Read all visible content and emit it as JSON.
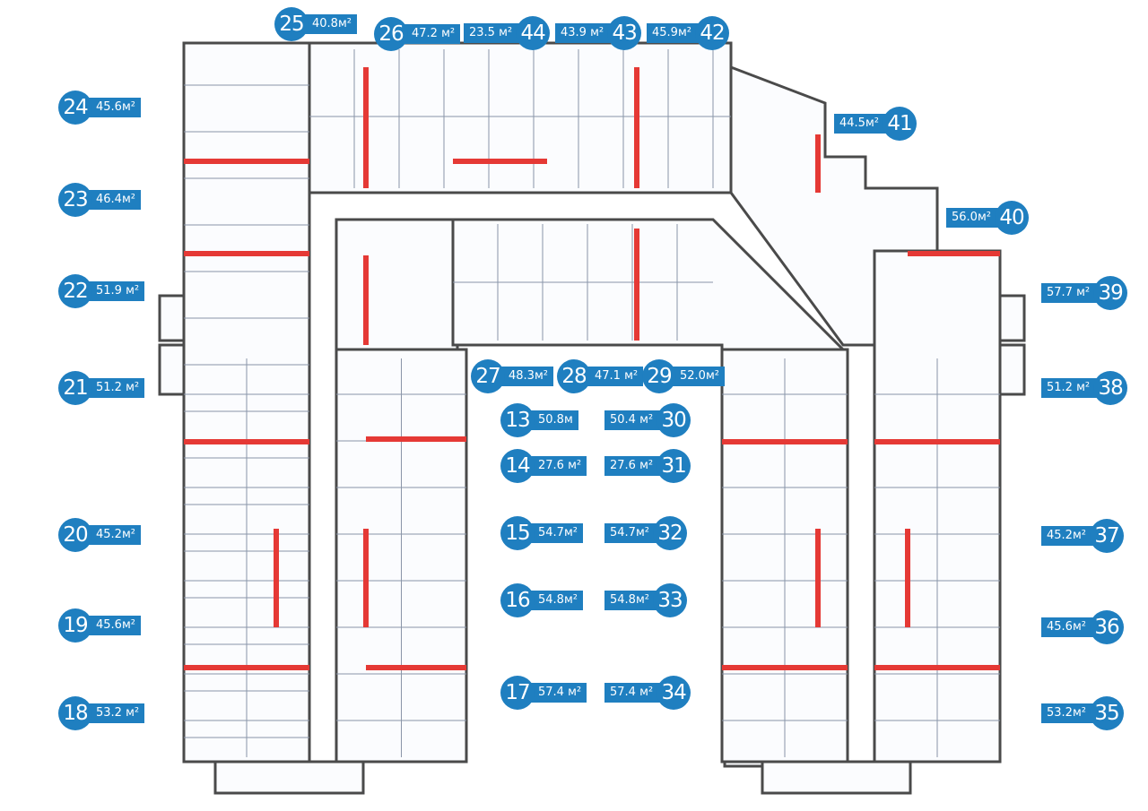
{
  "plan": {
    "title": "Floor plan",
    "accent": "#1f7fc0",
    "wall_color": "#4a4a4a",
    "partition_color": "#e53935"
  },
  "labels": [
    {
      "num": "25",
      "area": "40.8м²"
    },
    {
      "num": "26",
      "area": "47.2 м²"
    },
    {
      "num": "44",
      "area": "23.5 м²"
    },
    {
      "num": "43",
      "area": "43.9 м²"
    },
    {
      "num": "42",
      "area": "45.9м²"
    },
    {
      "num": "24",
      "area": "45.6м²"
    },
    {
      "num": "41",
      "area": "44.5м²"
    },
    {
      "num": "23",
      "area": "46.4м²"
    },
    {
      "num": "40",
      "area": "56.0м²"
    },
    {
      "num": "22",
      "area": "51.9 м²"
    },
    {
      "num": "39",
      "area": "57.7 м²"
    },
    {
      "num": "21",
      "area": "51.2 м²"
    },
    {
      "num": "38",
      "area": "51.2 м²"
    },
    {
      "num": "27",
      "area": "48.3м²"
    },
    {
      "num": "28",
      "area": "47.1 м²"
    },
    {
      "num": "29",
      "area": "52.0м²"
    },
    {
      "num": "13",
      "area": "50.8м"
    },
    {
      "num": "30",
      "area": "50.4 м²"
    },
    {
      "num": "14",
      "area": "27.6 м²"
    },
    {
      "num": "31",
      "area": "27.6 м²"
    },
    {
      "num": "15",
      "area": "54.7м²"
    },
    {
      "num": "32",
      "area": "54.7м²"
    },
    {
      "num": "20",
      "area": "45.2м²"
    },
    {
      "num": "37",
      "area": "45.2м²"
    },
    {
      "num": "16",
      "area": "54.8м²"
    },
    {
      "num": "33",
      "area": "54.8м²"
    },
    {
      "num": "19",
      "area": "45.6м²"
    },
    {
      "num": "36",
      "area": "45.6м²"
    },
    {
      "num": "17",
      "area": "57.4 м²"
    },
    {
      "num": "34",
      "area": "57.4 м²"
    },
    {
      "num": "18",
      "area": "53.2 м²"
    },
    {
      "num": "35",
      "area": "53.2м²"
    }
  ]
}
